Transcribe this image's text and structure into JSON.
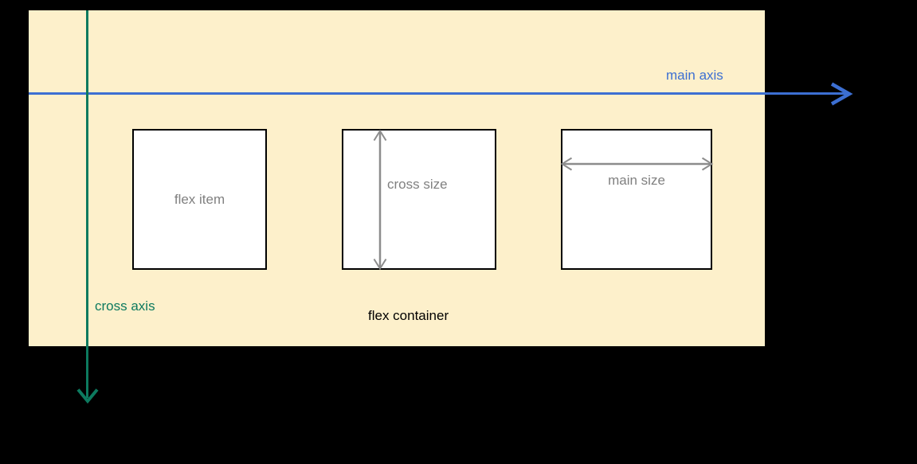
{
  "diagram": {
    "container": {
      "label": "flex container",
      "background": "#FDF0CB",
      "label_color": "#000000"
    },
    "main_axis": {
      "label": "main axis",
      "color": "#3C6FD2",
      "direction": "horizontal-right"
    },
    "cross_axis": {
      "label": "cross axis",
      "color": "#0D7A5F",
      "direction": "vertical-down"
    },
    "boxes": [
      {
        "label": "flex item"
      },
      {
        "label": "cross size"
      },
      {
        "label": "main size"
      }
    ],
    "item": {
      "background": "#FFFFFF",
      "border_color": "#000000",
      "text_color": "#808080"
    },
    "measure_color": "#8C8C8C",
    "page_background": "#000000"
  }
}
